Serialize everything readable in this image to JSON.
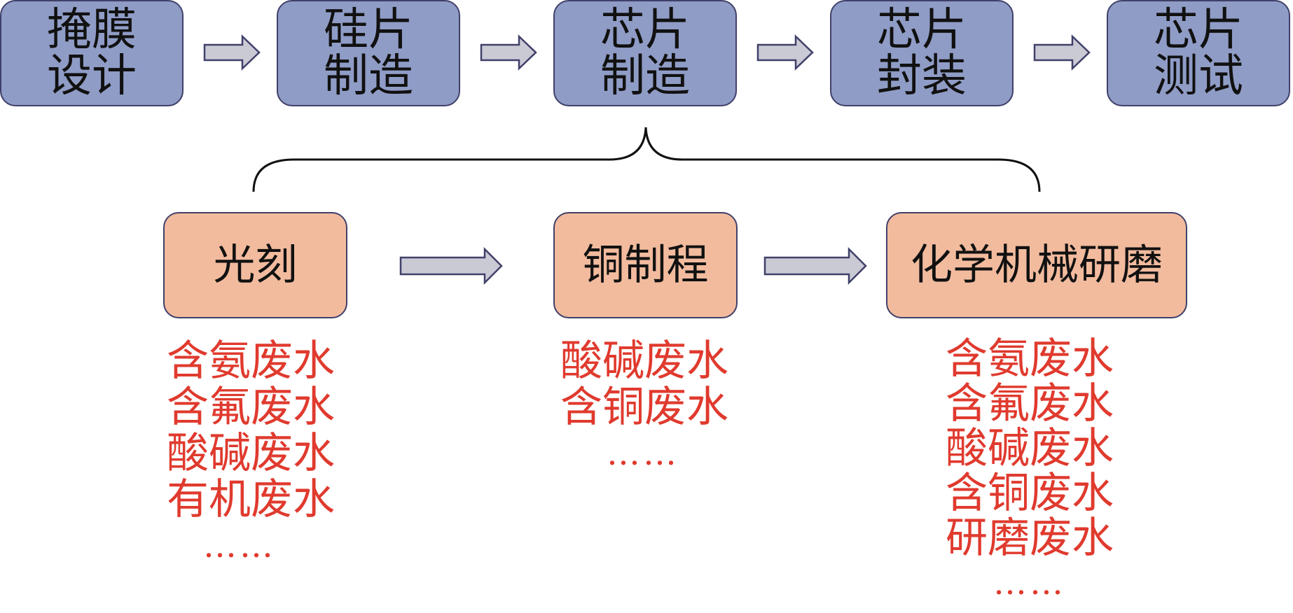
{
  "top_flow": [
    "掩膜\n设计",
    "硅片\n制造",
    "芯片\n制造",
    "芯片\n封装",
    "芯片\n测试"
  ],
  "sub_flow": [
    "光刻",
    "铜制程",
    "化学机械研磨"
  ],
  "wastewater": {
    "lithography": [
      "含氨废水",
      "含氟废水",
      "酸碱废水",
      "有机废水",
      "……"
    ],
    "copper": [
      "酸碱废水",
      "含铜废水",
      "……"
    ],
    "cmp": [
      "含氨废水",
      "含氟废水",
      "酸碱废水",
      "含铜废水",
      "研磨废水",
      "……"
    ]
  },
  "colors": {
    "top_box": "#8f9cc6",
    "sub_box": "#f2bb9e",
    "arrow": "#c9cad4",
    "waste_text": "#e03a2e"
  }
}
